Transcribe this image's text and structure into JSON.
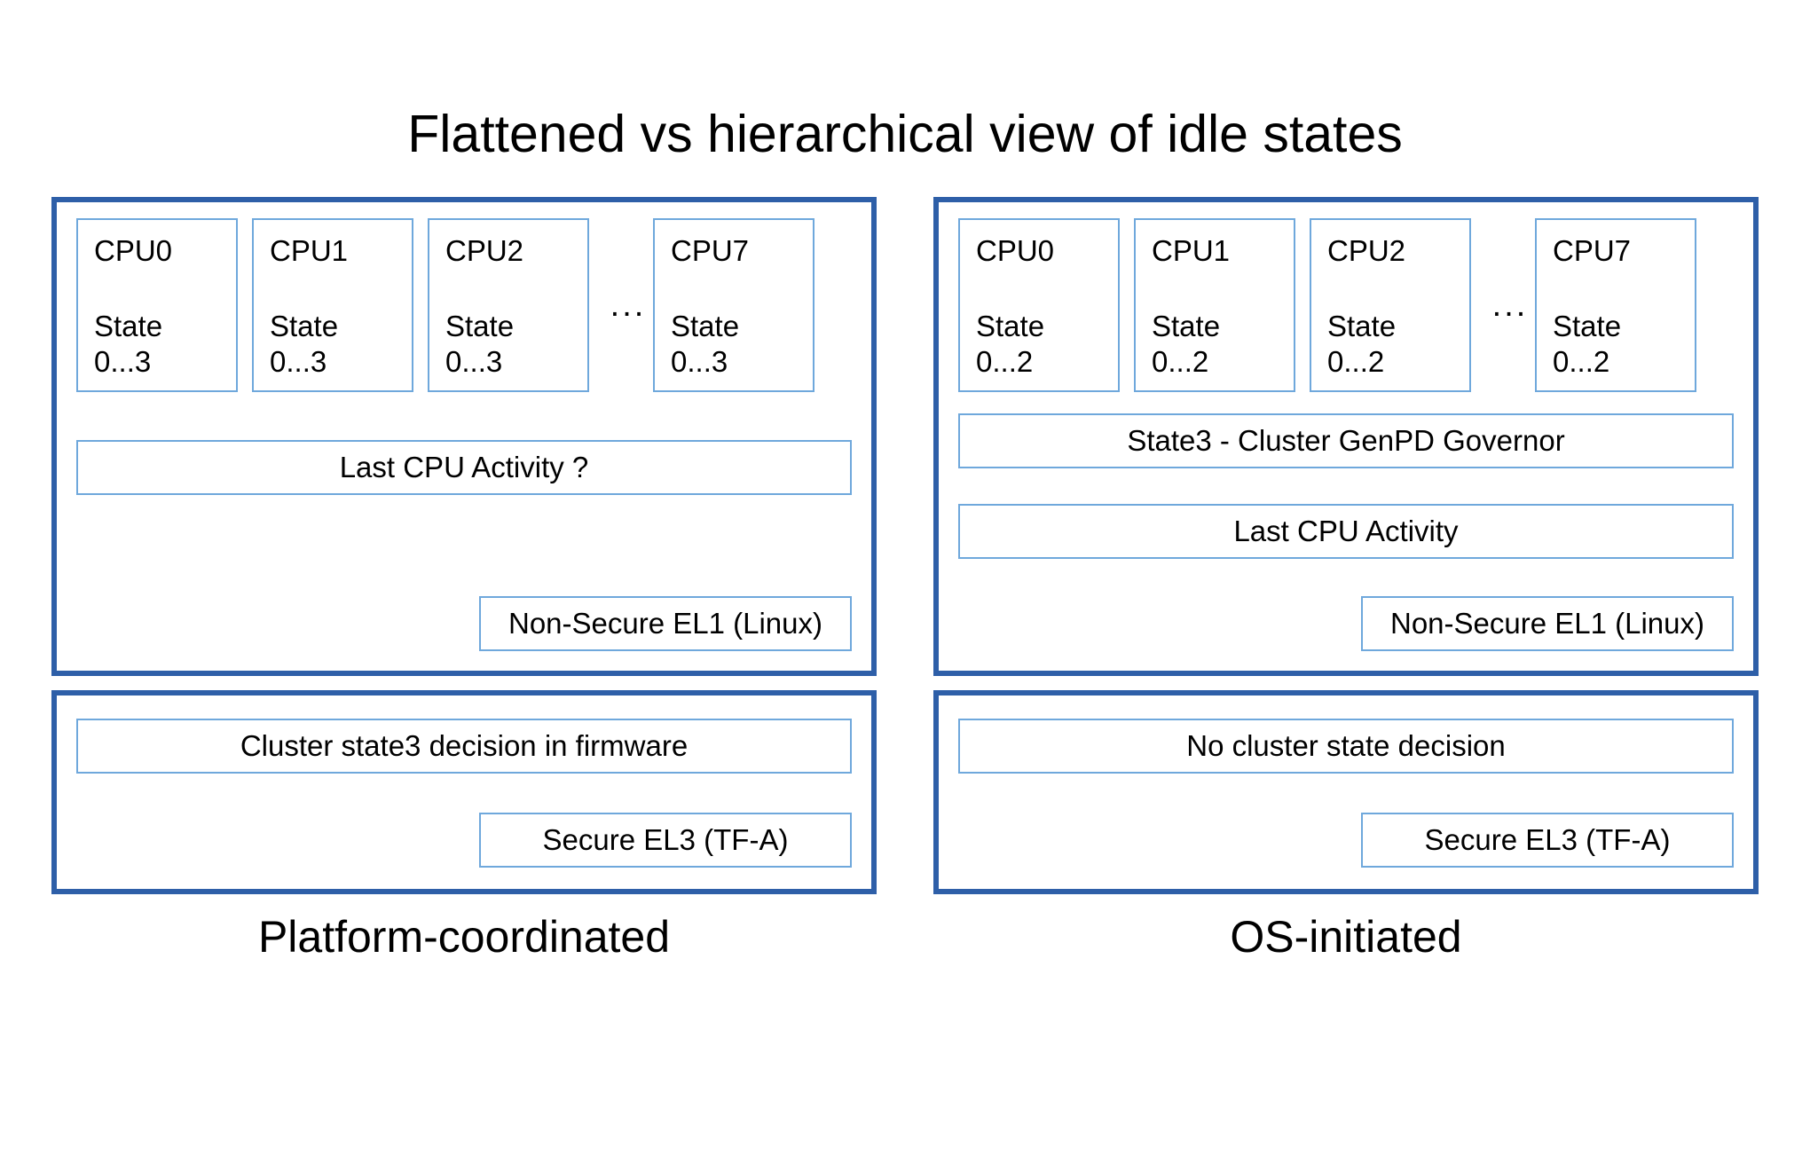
{
  "title": "Flattened vs hierarchical view of idle states",
  "colors": {
    "panel_border": "#2E5FA8",
    "inner_border": "#6FA8DC",
    "background": "#FFFFFF",
    "text": "#000000"
  },
  "ellipsis": "...",
  "left_column": {
    "caption": "Platform-coordinated",
    "os_panel": {
      "cpus": [
        {
          "name": "CPU0",
          "state": "State\n0...3"
        },
        {
          "name": "CPU1",
          "state": "State\n0...3"
        },
        {
          "name": "CPU2",
          "state": "State\n0...3"
        },
        {
          "name": "CPU7",
          "state": "State\n0...3"
        }
      ],
      "cpu_state_label": "State",
      "cpu_state_range": "0...3",
      "last_cpu_activity": "Last CPU Activity ?",
      "exception_level": "Non-Secure EL1 (Linux)"
    },
    "fw_panel": {
      "decision": "Cluster state3 decision in firmware",
      "exception_level": "Secure EL3 (TF-A)"
    }
  },
  "right_column": {
    "caption": "OS-initiated",
    "os_panel": {
      "cpus": [
        {
          "name": "CPU0",
          "state": "State\n0...2"
        },
        {
          "name": "CPU1",
          "state": "State\n0...2"
        },
        {
          "name": "CPU2",
          "state": "State\n0...2"
        },
        {
          "name": "CPU7",
          "state": "State\n0...2"
        }
      ],
      "cpu_state_label": "State",
      "cpu_state_range": "0...2",
      "cluster_governor": "State3 - Cluster GenPD Governor",
      "last_cpu_activity": "Last CPU Activity",
      "exception_level": "Non-Secure EL1 (Linux)"
    },
    "fw_panel": {
      "decision": "No cluster state decision",
      "exception_level": "Secure EL3 (TF-A)"
    }
  }
}
